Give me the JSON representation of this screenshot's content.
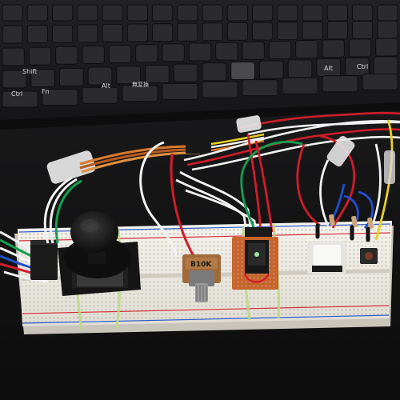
{
  "photo": {
    "keyboard": {
      "labels": {
        "shift": "Shift",
        "ctrl": "Ctrl",
        "fn": "Fn",
        "alt": "Alt",
        "henkan": "無変換"
      }
    },
    "potentiometer": {
      "marking": "B10K"
    },
    "colors": {
      "keyboard": "#1b1b1d",
      "desk": "#121212",
      "breadboard": "#f0ede5",
      "rail_red": "#d4303a",
      "rail_blue": "#2f5cc8",
      "joystick_pcb": "#151515",
      "joystick_cap": "#141414",
      "proto_board": "#c8642a",
      "pot_body": "#a06a3a",
      "wire_orange": "#d8782c",
      "wire_red": "#d21c2a",
      "wire_white": "#f2f2f2",
      "wire_green": "#14a050",
      "wire_blue": "#2050d0",
      "wire_yellow": "#e8d020",
      "rubber_band": "#bcd884"
    }
  }
}
